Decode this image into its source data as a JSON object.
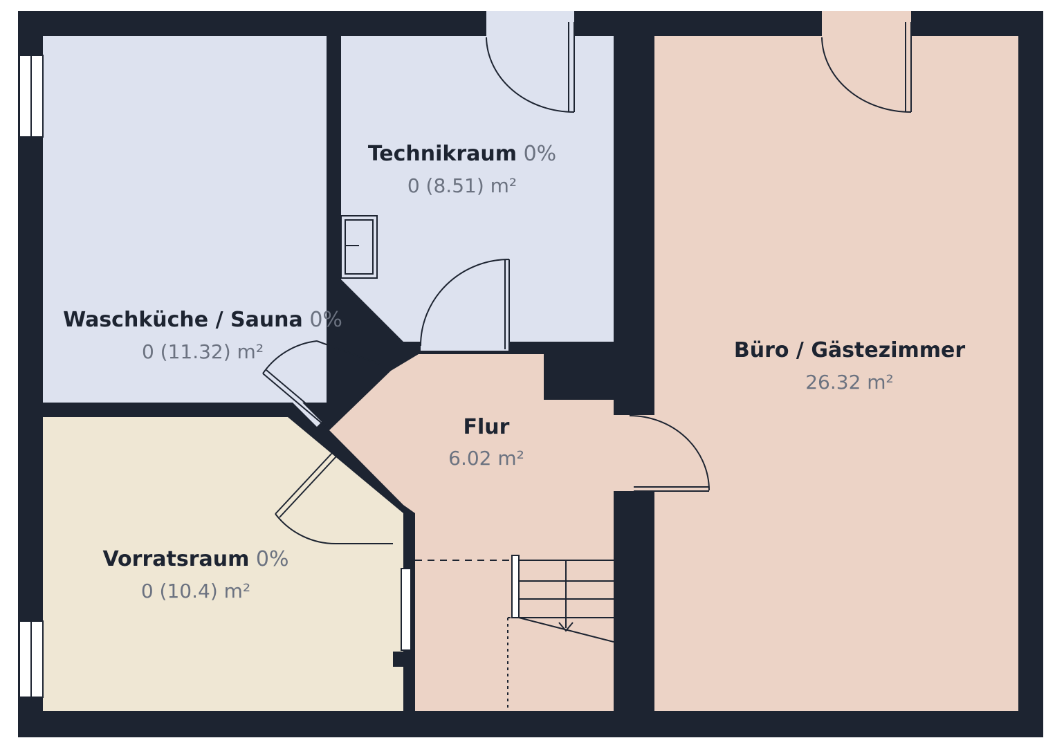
{
  "plan": {
    "colors": {
      "wall": "#1d2431",
      "blue_room": "#dde2ef",
      "pink_room": "#ecd3c6",
      "cream_room": "#efe7d4",
      "line": "#1d2431"
    },
    "rooms": [
      {
        "id": "technikraum",
        "name": "Technikraum",
        "pct": " 0%",
        "area": "0 (8.51) m²"
      },
      {
        "id": "waschkueche",
        "name": "Waschküche / Sauna",
        "pct": " 0%",
        "area": "0 (11.32) m²"
      },
      {
        "id": "buero",
        "name": "Büro / Gästezimmer",
        "pct": "",
        "area": "26.32 m²"
      },
      {
        "id": "flur",
        "name": "Flur",
        "pct": "",
        "area": "6.02 m²"
      },
      {
        "id": "vorratsraum",
        "name": "Vorratsraum",
        "pct": " 0%",
        "area": "0 (10.4) m²"
      }
    ]
  }
}
